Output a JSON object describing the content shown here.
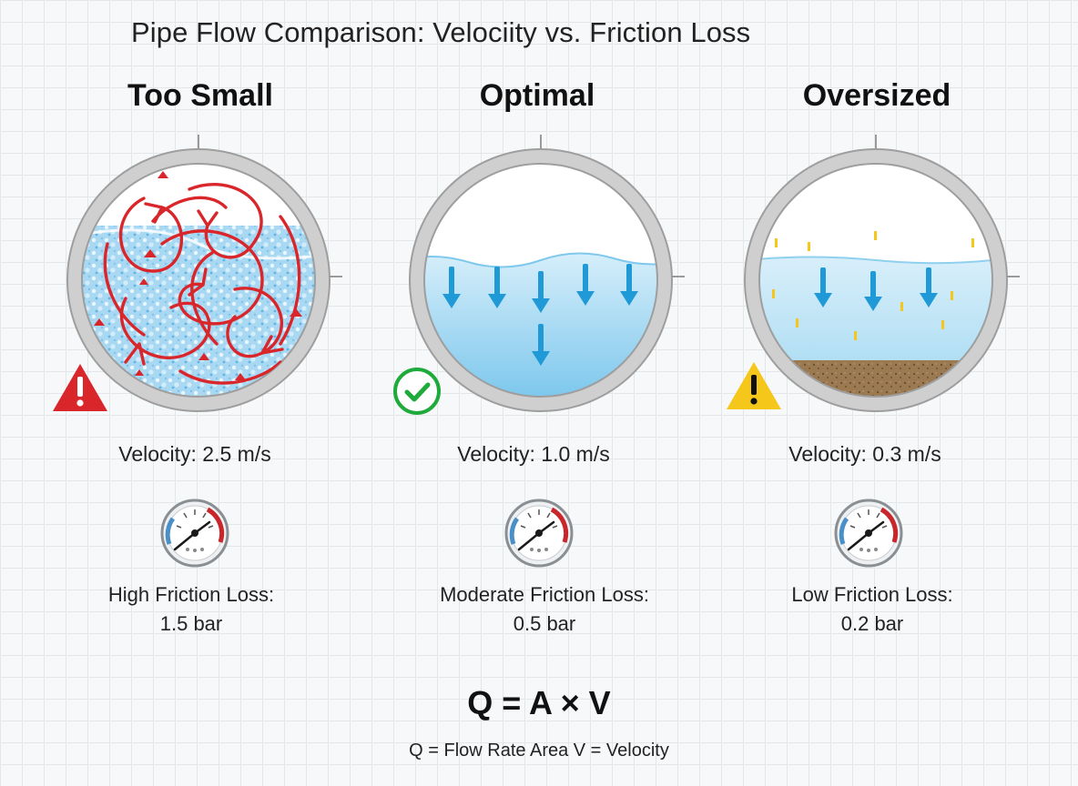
{
  "title": "Pipe Flow Comparison: Velociity vs. Friction Loss",
  "columns": [
    {
      "heading": "Too Small",
      "velocity": "Velocity: 2.5 m/s",
      "friction_label": "High Friction Loss:",
      "friction_value": "1.5 bar",
      "status_icon": "warning-red-icon"
    },
    {
      "heading": "Optimal",
      "velocity": "Velocity: 1.0 m/s",
      "friction_label": "Moderate Friction Loss:",
      "friction_value": "0.5 bar",
      "status_icon": "check-circle-icon"
    },
    {
      "heading": "Oversized",
      "velocity": "Velocity: 0.3 m/s",
      "friction_label": "Low Friction Loss:",
      "friction_value": "0.2 bar",
      "status_icon": "warning-yellow-icon"
    }
  ],
  "formula": "Q = A × V",
  "legend": "Q = Flow Rate Area V = Velocity",
  "colors": {
    "turbulence": "#d9262b",
    "water": "#3ba7dc",
    "check": "#1faa3c",
    "caution": "#f5c71a",
    "sediment": "#8c6a45"
  }
}
